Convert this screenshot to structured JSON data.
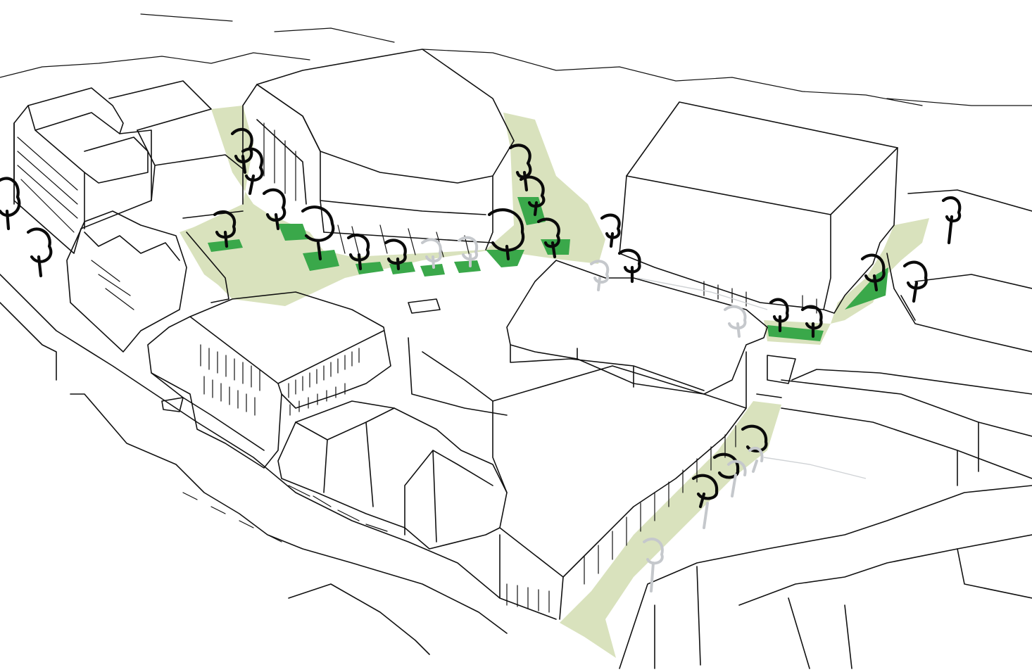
{
  "palette": {
    "ink": "#111111",
    "public_realm": "#d9e2bd",
    "planting_bed": "#3aa84a",
    "proposed_tree": "#c5c8cc",
    "paper": "#ffffff"
  },
  "legend_elements": [
    "building-outlines",
    "public-realm-green-space",
    "existing-trees",
    "proposed-trees",
    "planting-beds"
  ]
}
